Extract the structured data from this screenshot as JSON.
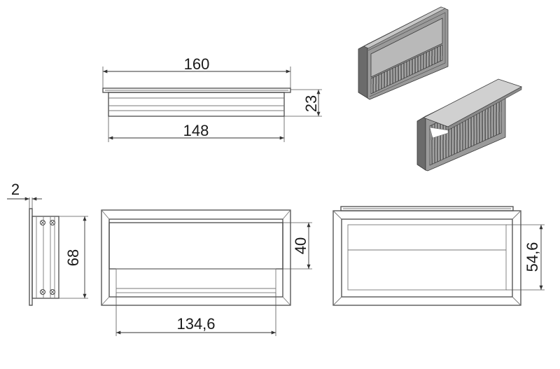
{
  "drawing": {
    "dimensions": {
      "top_width_outer": "160",
      "top_width_inner": "148",
      "top_height": "23",
      "side_thickness": "2",
      "side_height": "68",
      "front_opening_height": "40",
      "front_opening_width": "134,6",
      "back_opening_height": "54,6"
    },
    "colors": {
      "line": "#4a4a4a",
      "dimension": "#333333",
      "text": "#1a1a1a",
      "render_dark": "#6b6b6b",
      "render_mid": "#9a9a9a",
      "render_light": "#c8c8c8"
    }
  }
}
